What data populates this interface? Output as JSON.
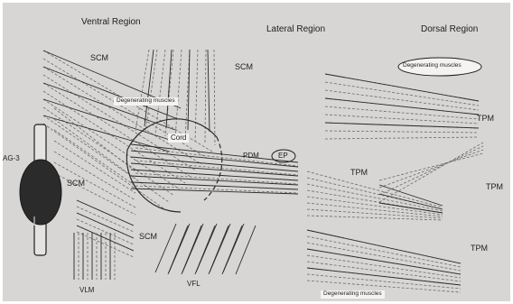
{
  "regions": {
    "ventral": "Ventral Region",
    "lateral": "Lateral Region",
    "dorsal": "Dorsal Region"
  },
  "labels": {
    "scm_1": "SCM",
    "scm_2": "SCM",
    "scm_3": "SCM",
    "scm_4": "SCM",
    "degenerating_1": "Degenerating muscles",
    "degenerating_2": "Degenerating muscles",
    "degenerating_3": "Degenerating muscles",
    "cord": "Cord",
    "pdm": "PDM",
    "ep": "EP",
    "tpm_1": "TPM",
    "tpm_2": "TPM",
    "tpm_3": "TPM",
    "tpm_4": "TPM",
    "ag": "AG-3",
    "vlm": "VLM",
    "vfl": "VFL"
  },
  "colors": {
    "background": "#d7d6d4",
    "frame_border": "#ffffff",
    "line": "#2a2a2a",
    "dashed": "#6a6a6a",
    "ganglion": "#2b2b2b"
  }
}
